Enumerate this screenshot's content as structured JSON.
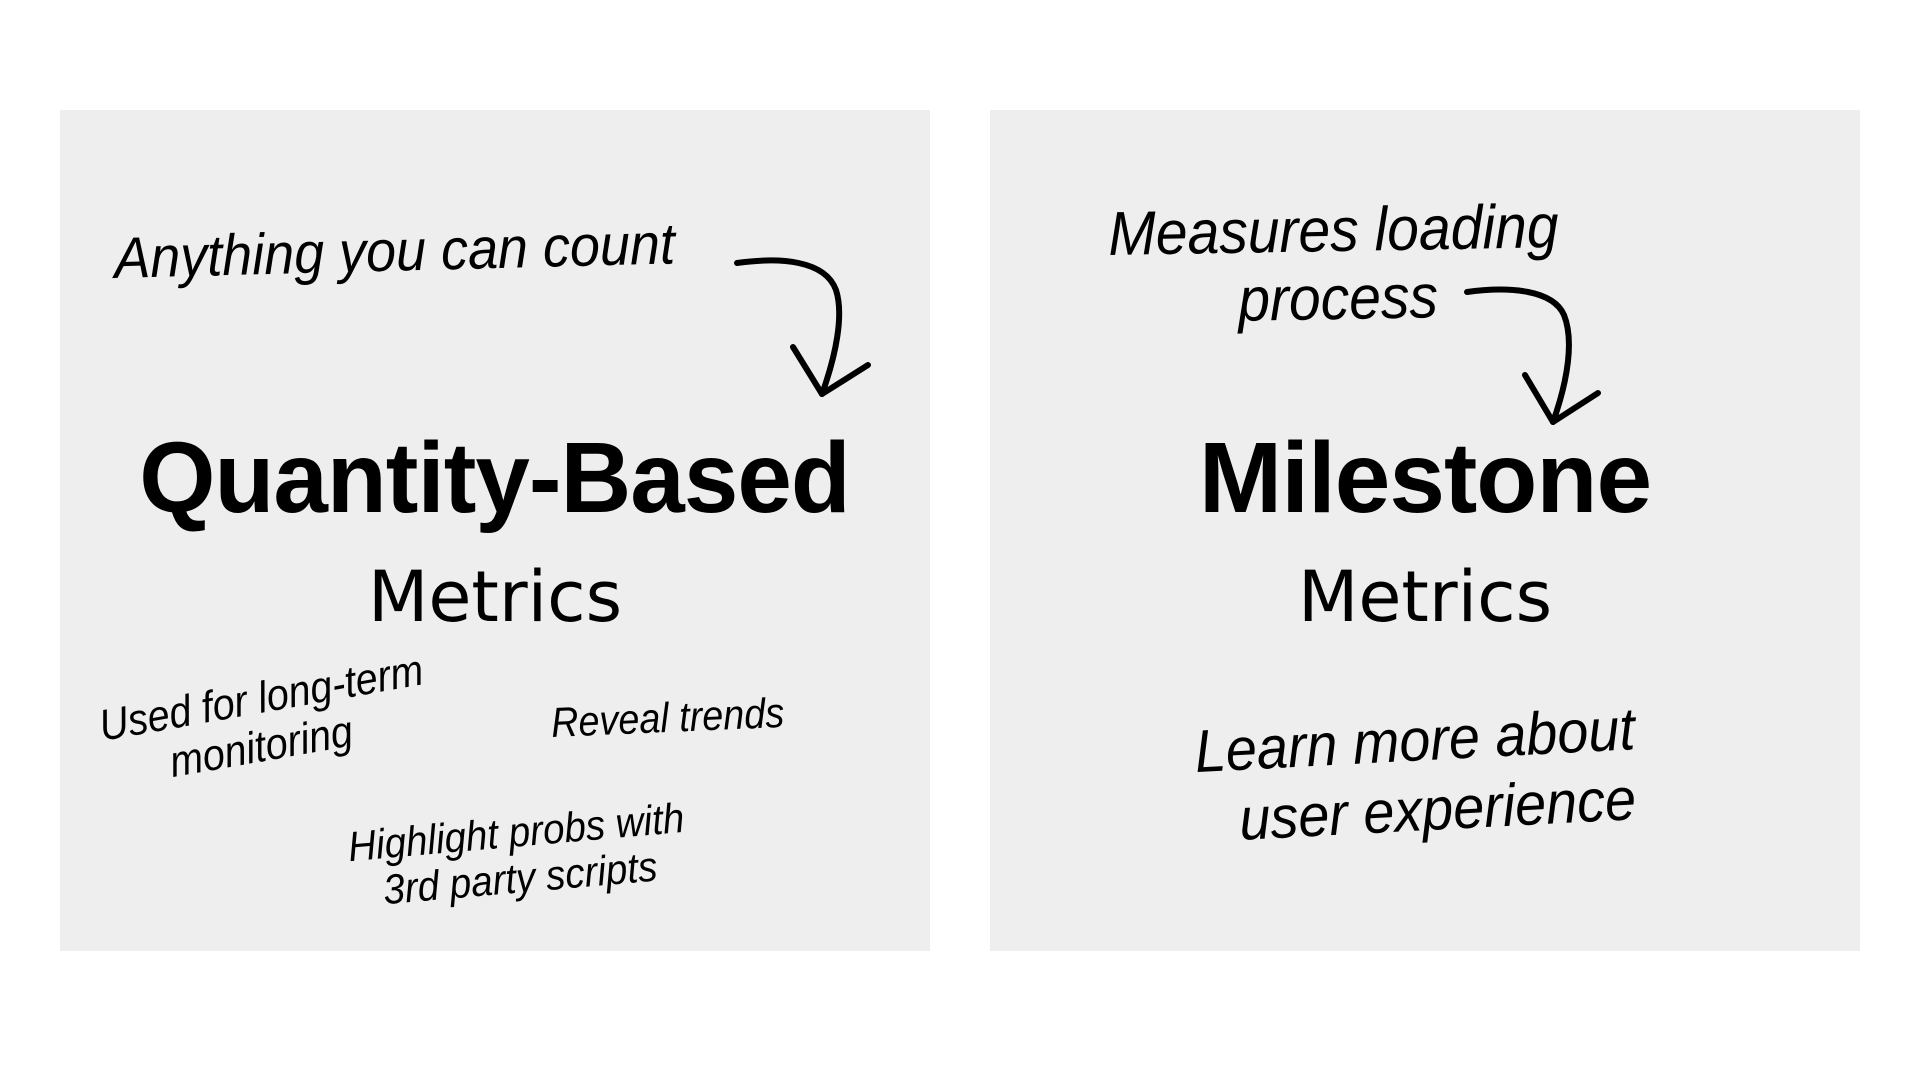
{
  "colors": {
    "background": "#ffffff",
    "panel": "#eeeeee",
    "text": "#000000"
  },
  "left_panel": {
    "title": "Quantity-Based",
    "subtitle": "Metrics",
    "annotation": "Anything you can count",
    "arrow_icon": "curved-down-arrow",
    "notes": [
      {
        "lines": [
          "Used for long-term",
          "monitoring"
        ]
      },
      {
        "lines": [
          "Reveal trends"
        ]
      },
      {
        "lines": [
          "Highlight probs with",
          "3rd party scripts"
        ]
      }
    ]
  },
  "right_panel": {
    "title": "Milestone",
    "subtitle": "Metrics",
    "annotation_lines": [
      "Measures loading",
      "process"
    ],
    "arrow_icon": "curved-down-arrow",
    "notes": [
      {
        "lines": [
          "Learn more about",
          "user experience"
        ]
      }
    ]
  }
}
